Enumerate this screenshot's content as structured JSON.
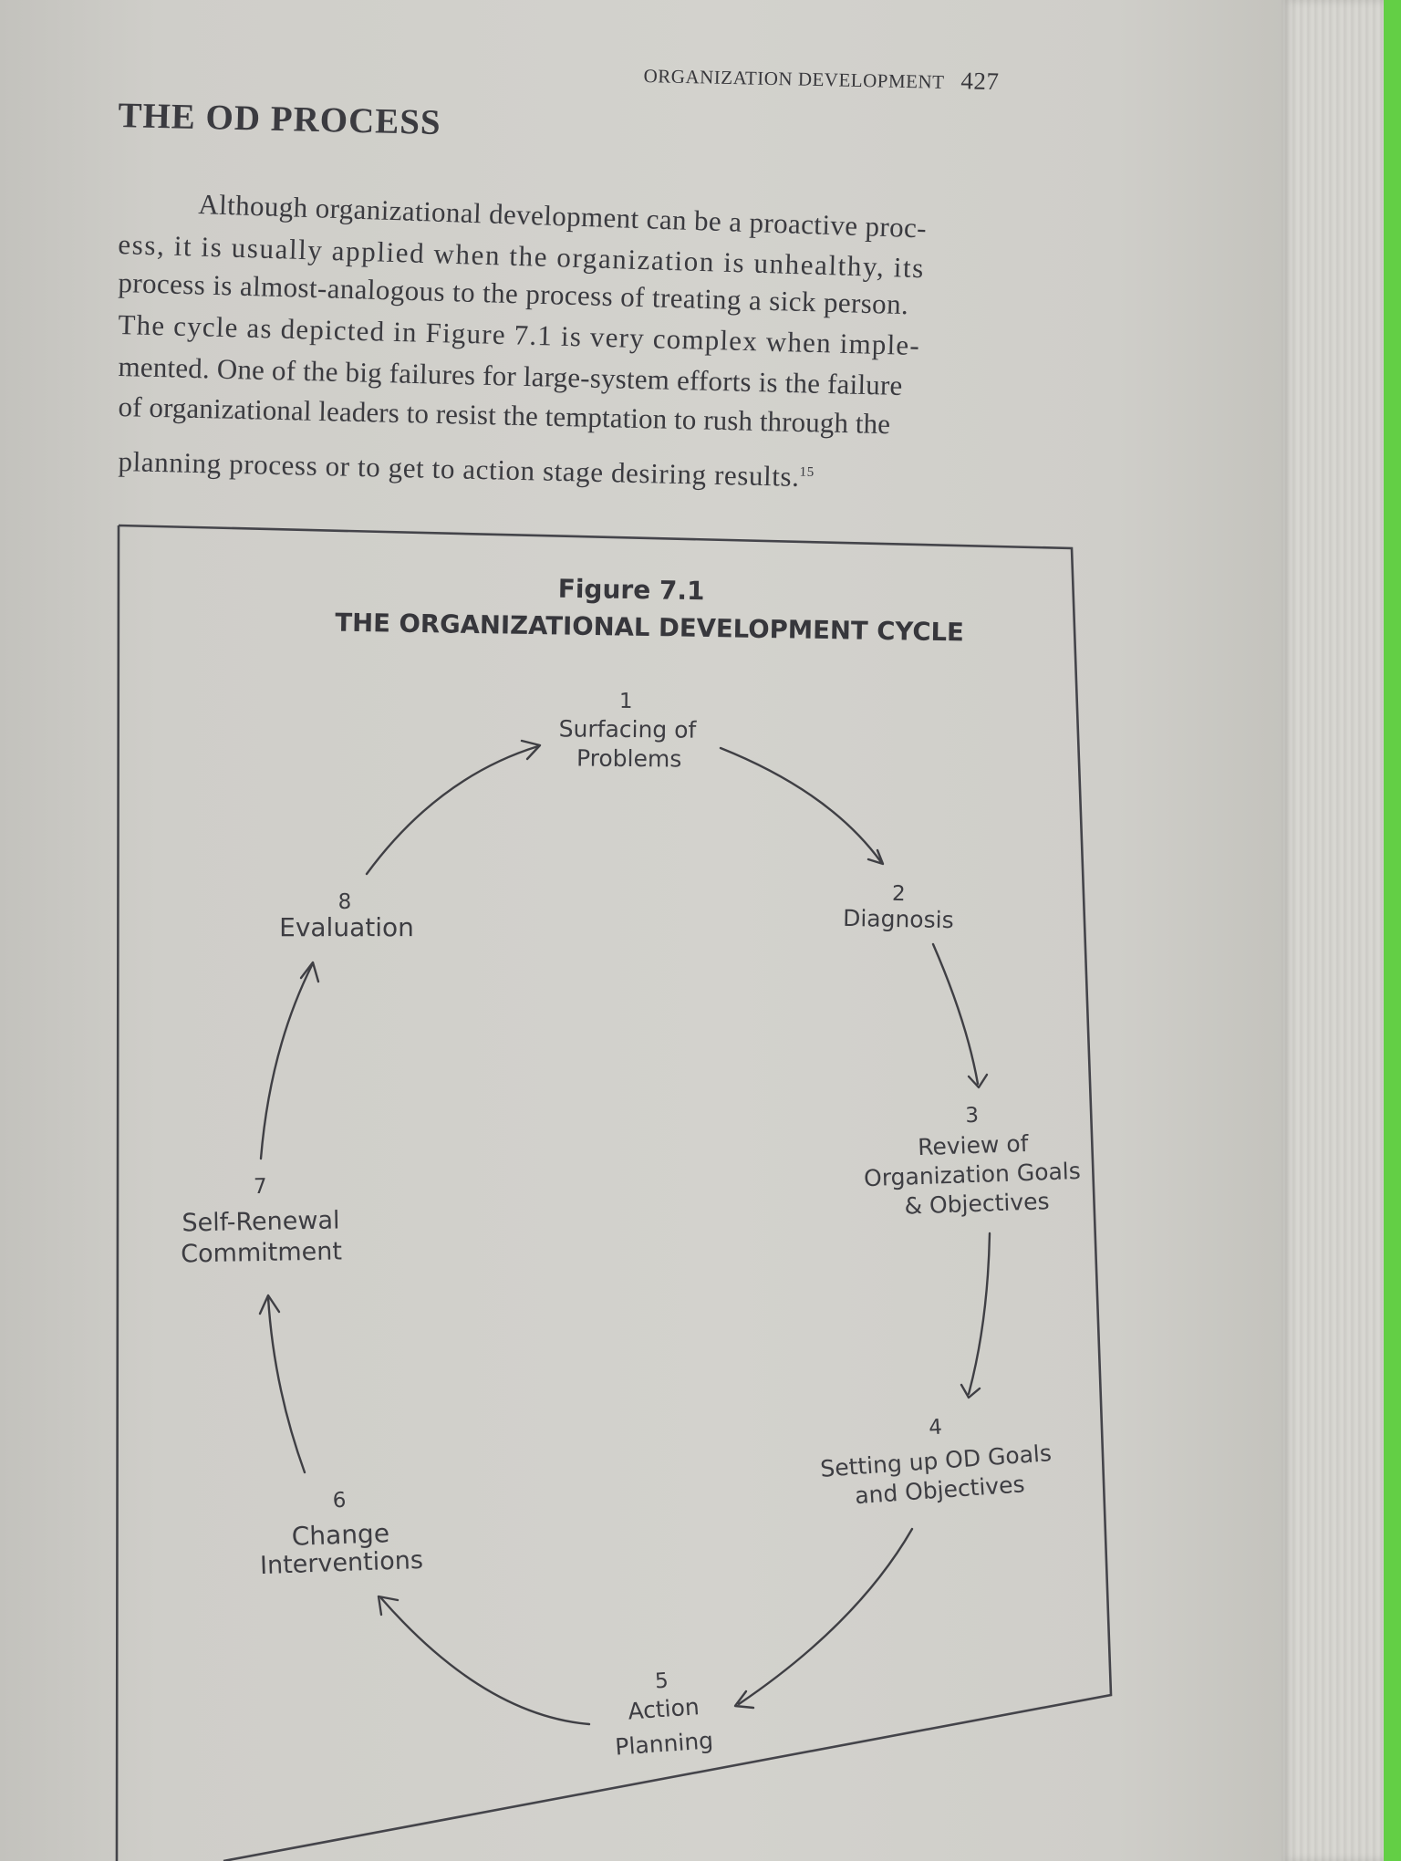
{
  "header": {
    "running_title": "ORGANIZATION DEVELOPMENT",
    "page_number": "427"
  },
  "section": {
    "title": "THE OD PROCESS"
  },
  "paragraph": {
    "lines": [
      "Although organizational development can be a proactive proc-",
      "ess, it is usually applied when the organization is unhealthy, its",
      "process is almost-analogous to the process of treating a sick person.",
      "The cycle as depicted in Figure 7.1 is very complex when imple-",
      "mented. One of the big failures for large-system efforts is the failure",
      "of organizational leaders to resist the temptation to rush through the",
      "planning process or to get to action stage desiring results."
    ],
    "footnote_ref": "15"
  },
  "figure": {
    "label": "Figure 7.1",
    "title": "THE ORGANIZATIONAL DEVELOPMENT CYCLE",
    "stages": [
      {
        "number": "1",
        "lines": [
          "Surfacing of",
          "Problems"
        ]
      },
      {
        "number": "2",
        "lines": [
          "Diagnosis"
        ]
      },
      {
        "number": "3",
        "lines": [
          "Review of",
          "Organization Goals",
          "& Objectives"
        ]
      },
      {
        "number": "4",
        "lines": [
          "Setting up OD Goals",
          "and Objectives"
        ]
      },
      {
        "number": "5",
        "lines": [
          "Action",
          "Planning"
        ]
      },
      {
        "number": "6",
        "lines": [
          "Change",
          "Interventions"
        ]
      },
      {
        "number": "7",
        "lines": [
          "Self-Renewal",
          "Commitment"
        ]
      },
      {
        "number": "8",
        "lines": [
          "Evaluation"
        ]
      }
    ]
  }
}
